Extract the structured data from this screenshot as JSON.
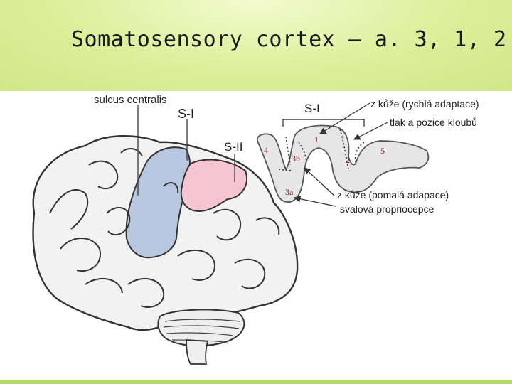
{
  "slide": {
    "title": "Somatosensory cortex – a. 3, 1, 2"
  },
  "brain": {
    "label_sulcus": "sulcus centralis",
    "label_s1": "S-I",
    "label_s2": "S-II"
  },
  "section": {
    "label_s1": "S-I",
    "areas": [
      "4",
      "1",
      "3b",
      "2",
      "5",
      "3a"
    ]
  },
  "annotations": {
    "rapid": "z kůže (rychlá adaptace)",
    "joint": "tlak a pozice kloubů",
    "slow": "z kůže (pomalá adapace)",
    "muscle": "svalová propriocepce"
  },
  "colors": {
    "s1": "#b8c8e0",
    "s2": "#f5c6d2",
    "brain": "#f2f2f2",
    "section": "#e6e6e6",
    "accent": "#cfe889"
  }
}
